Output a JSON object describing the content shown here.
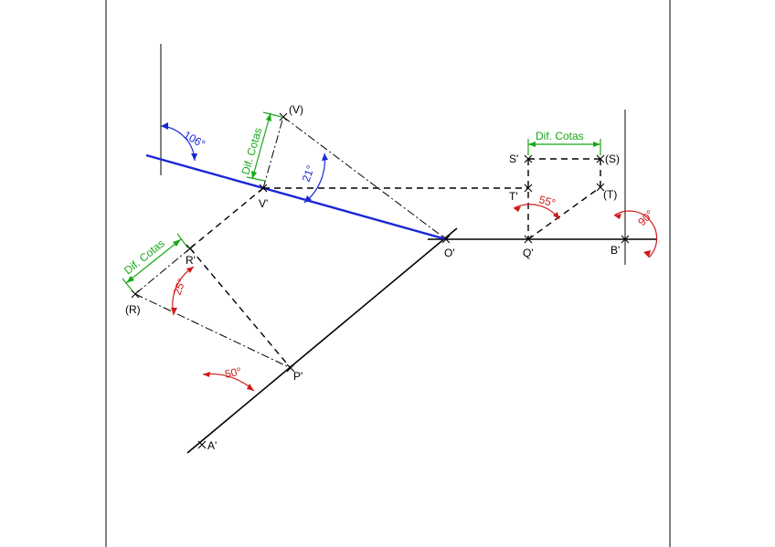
{
  "points": {
    "O": "O'",
    "Q": "Q'",
    "B": "B'",
    "S_prime": "S'",
    "S": "(S)",
    "T_prime": "T'",
    "T": "(T)",
    "V_prime": "V'",
    "V": "(V)",
    "R_prime": "R'",
    "R": "(R)",
    "P": "P'",
    "A": "A'"
  },
  "angles": {
    "a106": "106°",
    "a21": "21°",
    "a55": "55°",
    "a90": "90°",
    "a25": "25°",
    "a50": "50°"
  },
  "dimensions": {
    "dif_cotas_top": "Dif. Cotas",
    "dif_cotas_v": "Dif. Cotas",
    "dif_cotas_r": "Dif. Cotas"
  },
  "colors": {
    "blue_line": "#1a26d8",
    "angle_red": "#d01818",
    "angle_blue": "#1a26d8",
    "dimension_green": "#18a818",
    "ink": "#000000"
  }
}
